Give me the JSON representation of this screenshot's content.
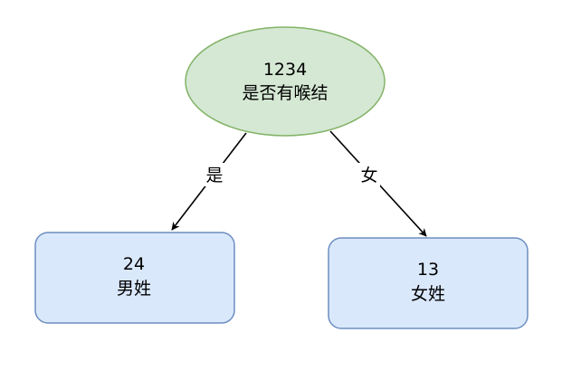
{
  "root": {
    "value": "1234",
    "label": "是否有喉结",
    "fill": "#d5e8d4",
    "stroke": "#82b366"
  },
  "left_leaf": {
    "value": "24",
    "label": "男姓",
    "fill": "#dae8fc",
    "stroke": "#6c8ebf"
  },
  "right_leaf": {
    "value": "13",
    "label": "女姓",
    "fill": "#dae8fc",
    "stroke": "#6c8ebf"
  },
  "edges": {
    "left_label": "是",
    "right_label": "女"
  },
  "colors": {
    "edge": "#000000",
    "edge_label_bg": "#ffffff"
  }
}
